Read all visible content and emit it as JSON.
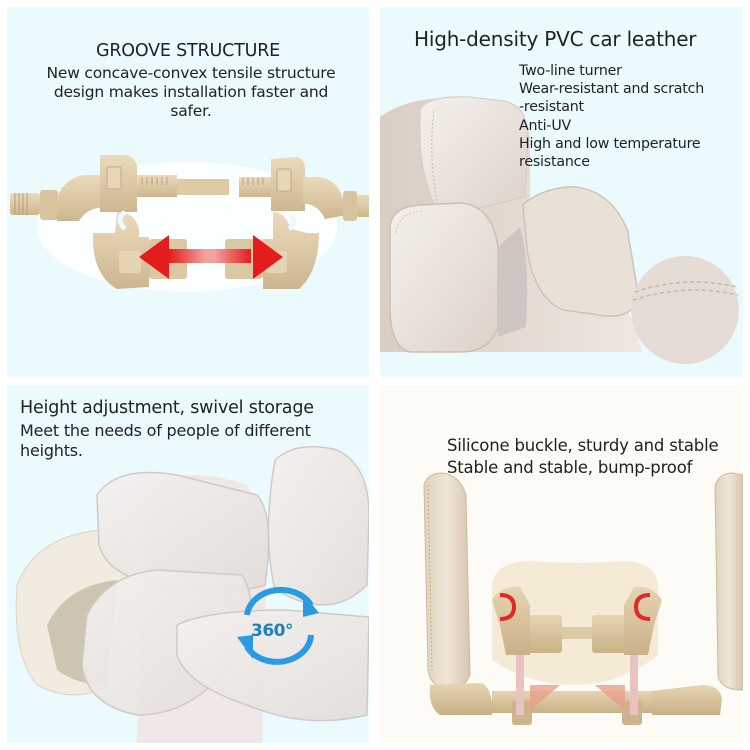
{
  "panels": {
    "groove": {
      "title": "GROOVE STRUCTURE",
      "description": "New concave-convex tensile structure design makes installation faster and safer.",
      "desc_lines": [
        "New concave-convex tensile structure",
        "design makes installation faster and",
        "safer."
      ],
      "image": "beige-connector-parts-with-red-double-arrow",
      "background": "#ebfafd"
    },
    "leather": {
      "title": "High-density PVC car leather",
      "features": [
        "Two-line turner",
        "Wear-resistant and scratch",
        "-resistant",
        "Anti-UV",
        "High and low temperature",
        "resistance"
      ],
      "image": "cream-leather-headrest-with-texture-swatch",
      "background": "#ebfafd"
    },
    "height": {
      "title": "Height adjustment, swivel storage",
      "desc_lines": [
        "Meet the needs of people of different",
        "heights."
      ],
      "rotation_badge": "360°",
      "image": "headrest-wings-rotating-positions",
      "background": "#ebfafd"
    },
    "buckle": {
      "line1": "Silicone buckle, sturdy and stable",
      "line2": "Stable and stable, bump-proof",
      "image": "headrest-frame-with-red-silicone-buckle-highlight",
      "background": "#fdfbf6"
    }
  },
  "colors": {
    "panel_bg": "#ebfafd",
    "warm_bg": "#fdfbf6",
    "plastic_beige": "#dcc9a6",
    "leather_cream": "#ece4de",
    "arrow_red": "#e31d1d",
    "rotate_blue": "#2a9be0"
  }
}
